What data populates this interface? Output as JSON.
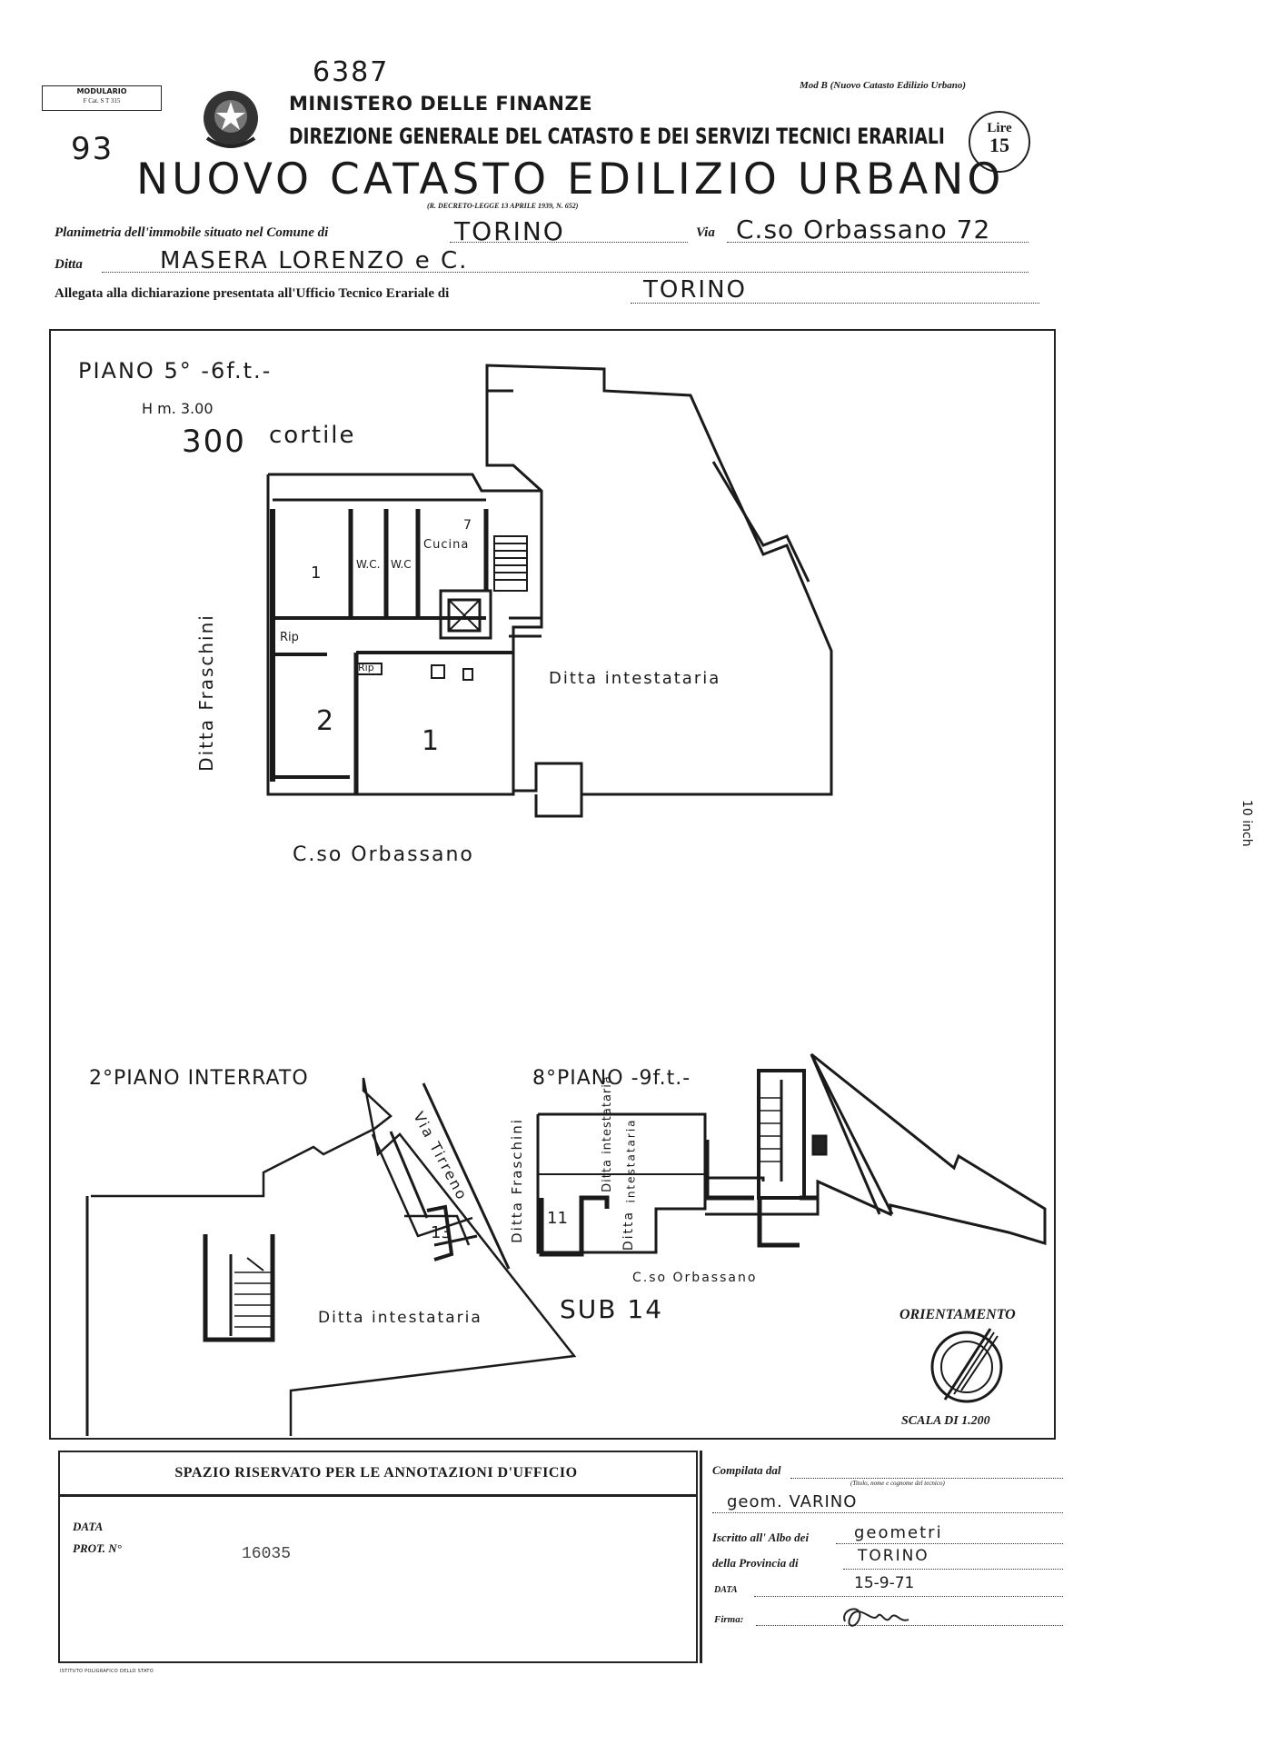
{
  "header": {
    "modulario_line1": "MODULARIO",
    "modulario_line2": "F   Cat. S  T    315",
    "handwritten_top": "6387",
    "handwritten_left": "93",
    "ministry": "MINISTERO DELLE FINANZE",
    "direction": "DIREZIONE GENERALE DEL CATASTO E DEI SERVIZI TECNICI ERARIALI",
    "mod": "Mod B (Nuovo Catasto Edilizio Urbano)",
    "lire_label": "Lire",
    "lire_value": "15",
    "title": "NUOVO CATASTO EDILIZIO URBANO",
    "decree": "(R. DECRETO-LEGGE 13 APRILE 1939, N. 652)"
  },
  "form": {
    "planimetria_label": "Planimetria dell'immobile situato nel Comune di",
    "comune_value": "TORINO",
    "via_label": "Via",
    "via_value": "C.so Orbassano 72",
    "ditta_label": "Ditta",
    "ditta_value": "MASERA LORENZO e C.",
    "allegata_label": "Allegata alla dichiarazione presentata all'Ufficio Tecnico Erariale di",
    "allegata_value": "TORINO"
  },
  "plan": {
    "piano5_label": "PIANO 5° -6f.t.-",
    "height_label": "H m. 3.00",
    "height_value": "300",
    "cortile": "cortile",
    "cucina": "Cucina",
    "cucina_num": "7",
    "room_num_upper": "1",
    "wc1": "W.C.",
    "wc2": "W.C",
    "rip1": "Rip",
    "rip2": "Rip",
    "room_2": "2",
    "room_1": "1",
    "ditta_fraschini": "Ditta Fraschini",
    "ditta_intestataria": "Ditta intestataria",
    "street_bottom": "C.so Orbassano",
    "interrato_label": "2°PIANO INTERRATO",
    "via_tirreno": "Via Tirreno",
    "room_13": "13",
    "ditta_intestataria_2": "Ditta intestataria",
    "ditta_fraschini_2": "Ditta Fraschini",
    "piano8_label": "8°PIANO -9f.t.-",
    "ditta_intestataria_v": "Ditta intestataria",
    "room_11": "11",
    "ditta_v2": "Ditta",
    "intestataria_v2": "intestataria",
    "street_small": "C.so Orbassano",
    "sub": "SUB 14",
    "orientamento": "ORIENTAMENTO",
    "scala": "SCALA DI 1.200"
  },
  "office": {
    "header": "SPAZIO RISERVATO PER LE ANNOTAZIONI D'UFFICIO",
    "data_label": "DATA",
    "prot_label": "PROT. N°",
    "prot_value": "16035"
  },
  "compilata": {
    "compilata_label": "Compilata dal",
    "titolo_note": "(Titolo, nome e cognome del tecnico)",
    "tecnico": "geom. VARINO",
    "iscritto_label": "Iscritto all' Albo dei",
    "albo_value": "geometri",
    "provincia_label": "della Provincia di",
    "provincia_value": "TORINO",
    "data_label": "DATA",
    "data_value": "15-9-71",
    "firma_label": "Firma:"
  },
  "footer": {
    "printer": "ISTITUTO POLIGRAFICO DELLO STATO"
  },
  "side": {
    "margin_text": "10 inch"
  }
}
